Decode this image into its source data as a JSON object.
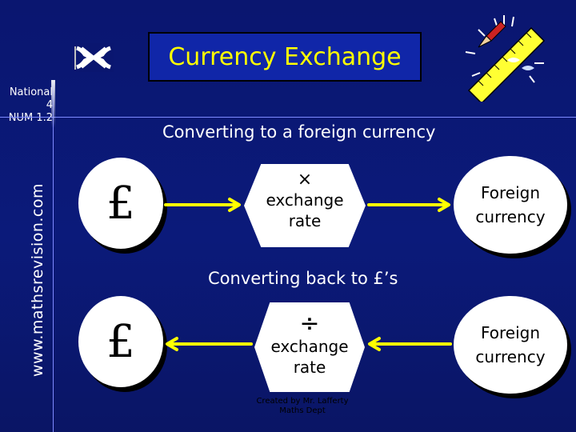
{
  "header": {
    "title": "Currency Exchange",
    "level_line1": "National 4",
    "level_line2": "NUM 1.2"
  },
  "sidebar": {
    "url": "www.mathsrevision.com"
  },
  "converting_to": {
    "heading": "Converting to a foreign currency",
    "source_symbol": "£",
    "operation_symbol": "×",
    "operation_line1": "exchange",
    "operation_line2": "rate",
    "target_line1": "Foreign",
    "target_line2": "currency"
  },
  "converting_back": {
    "heading": "Converting back to £’s",
    "source_symbol": "£",
    "operation_symbol": "÷",
    "operation_line1": "exchange",
    "operation_line2": "rate",
    "target_line1": "Foreign",
    "target_line2": "currency"
  },
  "footer": {
    "credit_line1": "Created by Mr. Lafferty",
    "credit_line2": "Maths Dept"
  },
  "colors": {
    "background": "#0b1a7a",
    "title_text": "#ffff00",
    "title_box": "#1026a8",
    "arrow": "#ffff00",
    "shape_fill": "#ffffff"
  },
  "icons": {
    "flag": "scottish-saltire-flag-icon",
    "decoration": "ruler-pencil-clipart-icon"
  }
}
